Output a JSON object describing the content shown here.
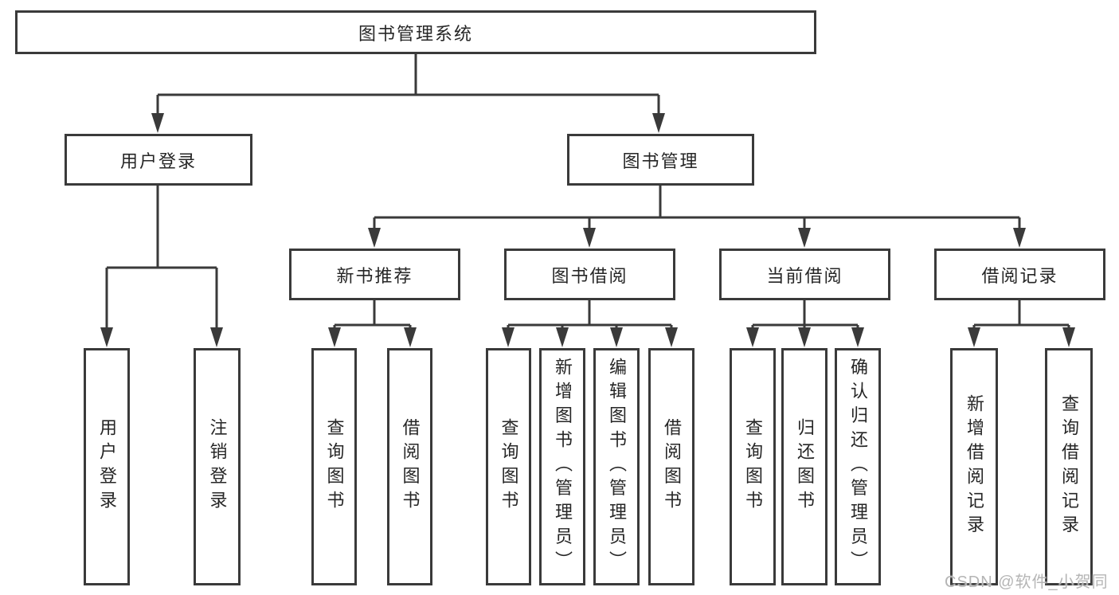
{
  "tree": {
    "root": {
      "label": "图书管理系统"
    },
    "branches": [
      {
        "label": "用户登录",
        "children": [
          {
            "label": "用户登录"
          },
          {
            "label": "注销登录"
          }
        ]
      },
      {
        "label": "图书管理",
        "children": [
          {
            "label": "新书推荐",
            "children": [
              {
                "label": "查询图书"
              },
              {
                "label": "借阅图书"
              }
            ]
          },
          {
            "label": "图书借阅",
            "children": [
              {
                "label": "查询图书"
              },
              {
                "label": "新增图书（管理员）"
              },
              {
                "label": "编辑图书（管理员）"
              },
              {
                "label": "借阅图书"
              }
            ]
          },
          {
            "label": "当前借阅",
            "children": [
              {
                "label": "查询图书"
              },
              {
                "label": "归还图书"
              },
              {
                "label": "确认归还（管理员）"
              }
            ]
          },
          {
            "label": "借阅记录",
            "children": [
              {
                "label": "新增借阅记录"
              },
              {
                "label": "查询借阅记录"
              }
            ]
          }
        ]
      }
    ]
  },
  "watermark": {
    "text": "CSDN @软件_小贺同学"
  },
  "colors": {
    "line": "#3a3a3a",
    "text": "#262626",
    "watermark": "#b5b5b5",
    "box_background": "#ffffff"
  }
}
